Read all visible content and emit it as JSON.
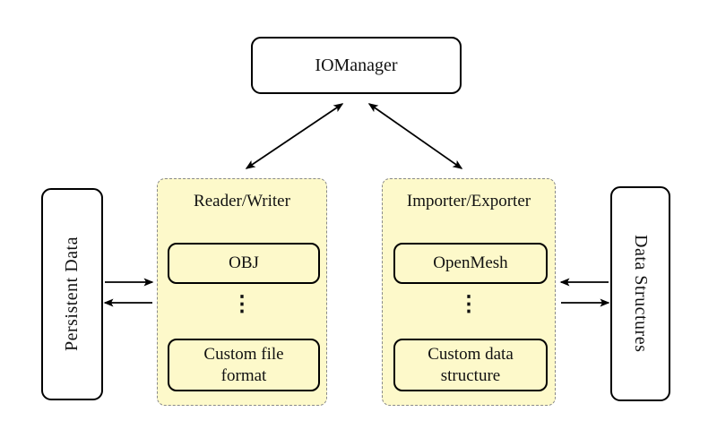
{
  "nodes": {
    "iomanager": {
      "label": "IOManager"
    },
    "persistent_data": {
      "label": "Persistent Data"
    },
    "data_structures": {
      "label": "Data Structures"
    },
    "reader_writer": {
      "title": "Reader/Writer",
      "ellipsis": "⋮",
      "items": [
        "OBJ",
        "Custom file format"
      ]
    },
    "importer_exporter": {
      "title": "Importer/Exporter",
      "ellipsis": "⋮",
      "items": [
        "OpenMesh",
        "Custom data structure"
      ]
    }
  },
  "colors": {
    "group_fill": "#FDF9CA",
    "group_border": "#8A8A8A",
    "node_fill": "#FFFFFF",
    "node_border": "#000000",
    "arrow": "#000000"
  }
}
